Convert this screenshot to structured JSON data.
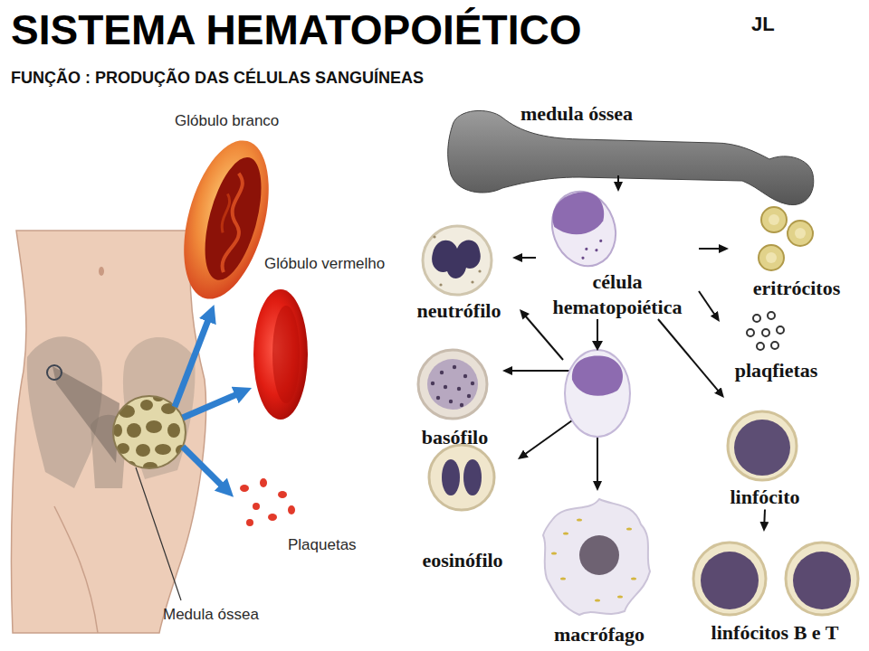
{
  "diagram": {
    "title": "SISTEMA HEMATOPOIÉTICO",
    "nodes": [
      {
        "text": [
          "Glóbulo branco"
        ]
      },
      {
        "text": [
          "Glóbulo vermelho"
        ]
      },
      {
        "text": [
          "Plaquetas"
        ]
      },
      {
        "text": [
          "Medula óssea"
        ]
      },
      {
        "text": [
          "medula óssea"
        ]
      },
      {
        "text": [
          "célula hematopoiética"
        ]
      },
      {
        "text": [
          "neutrófilo"
        ]
      },
      {
        "text": [
          "eritrócitos"
        ]
      },
      {
        "text": [
          "plaqfietas"
        ]
      },
      {
        "text": [
          "basófilo"
        ]
      },
      {
        "text": [
          "linfócito"
        ]
      },
      {
        "text": [
          "eosinófilo"
        ]
      },
      {
        "text": [
          "macrófago"
        ]
      },
      {
        "text": [
          "linfócitos B e T"
        ]
      }
    ],
    "edges": [
      {
        "from": 3,
        "to": 0,
        "arrow": "to"
      },
      {
        "from": 3,
        "to": 1,
        "arrow": "to"
      },
      {
        "from": 3,
        "to": 2,
        "arrow": "to"
      },
      {
        "from": 4,
        "to": 5,
        "arrow": "to"
      },
      {
        "from": 5,
        "to": 6,
        "arrow": "to"
      },
      {
        "from": 5,
        "to": 7,
        "arrow": "to"
      },
      {
        "from": 5,
        "to": 8,
        "arrow": "to"
      },
      {
        "from": 5,
        "to": 9,
        "arrow": "to"
      },
      {
        "from": 5,
        "to": 11,
        "arrow": "to"
      },
      {
        "from": 5,
        "to": 12,
        "arrow": "to"
      },
      {
        "from": 5,
        "to": 10,
        "arrow": "to"
      },
      {
        "from": 10,
        "to": 13,
        "arrow": "to"
      }
    ],
    "labels": [
      "FUNÇÃO : PRODUÇÃO DAS CÉLULAS SANGUÍNEAS",
      "JL"
    ]
  }
}
